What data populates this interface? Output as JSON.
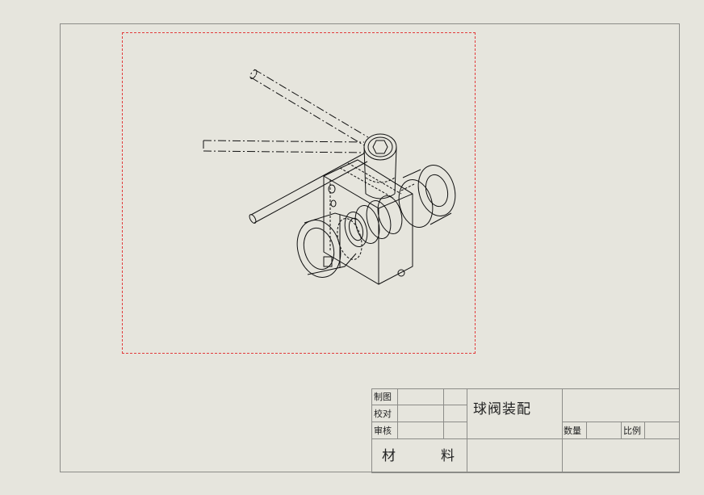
{
  "drawing": {
    "title": "球阀装配",
    "view_border_color": "#e23b3b",
    "sheet_background": "#e6e5dd"
  },
  "title_block": {
    "rows": [
      {
        "label": "制图"
      },
      {
        "label": "校对"
      },
      {
        "label": "审核"
      }
    ],
    "material_label": "材",
    "material_label_2": "料",
    "quantity_label": "数量",
    "scale_label": "比例"
  }
}
